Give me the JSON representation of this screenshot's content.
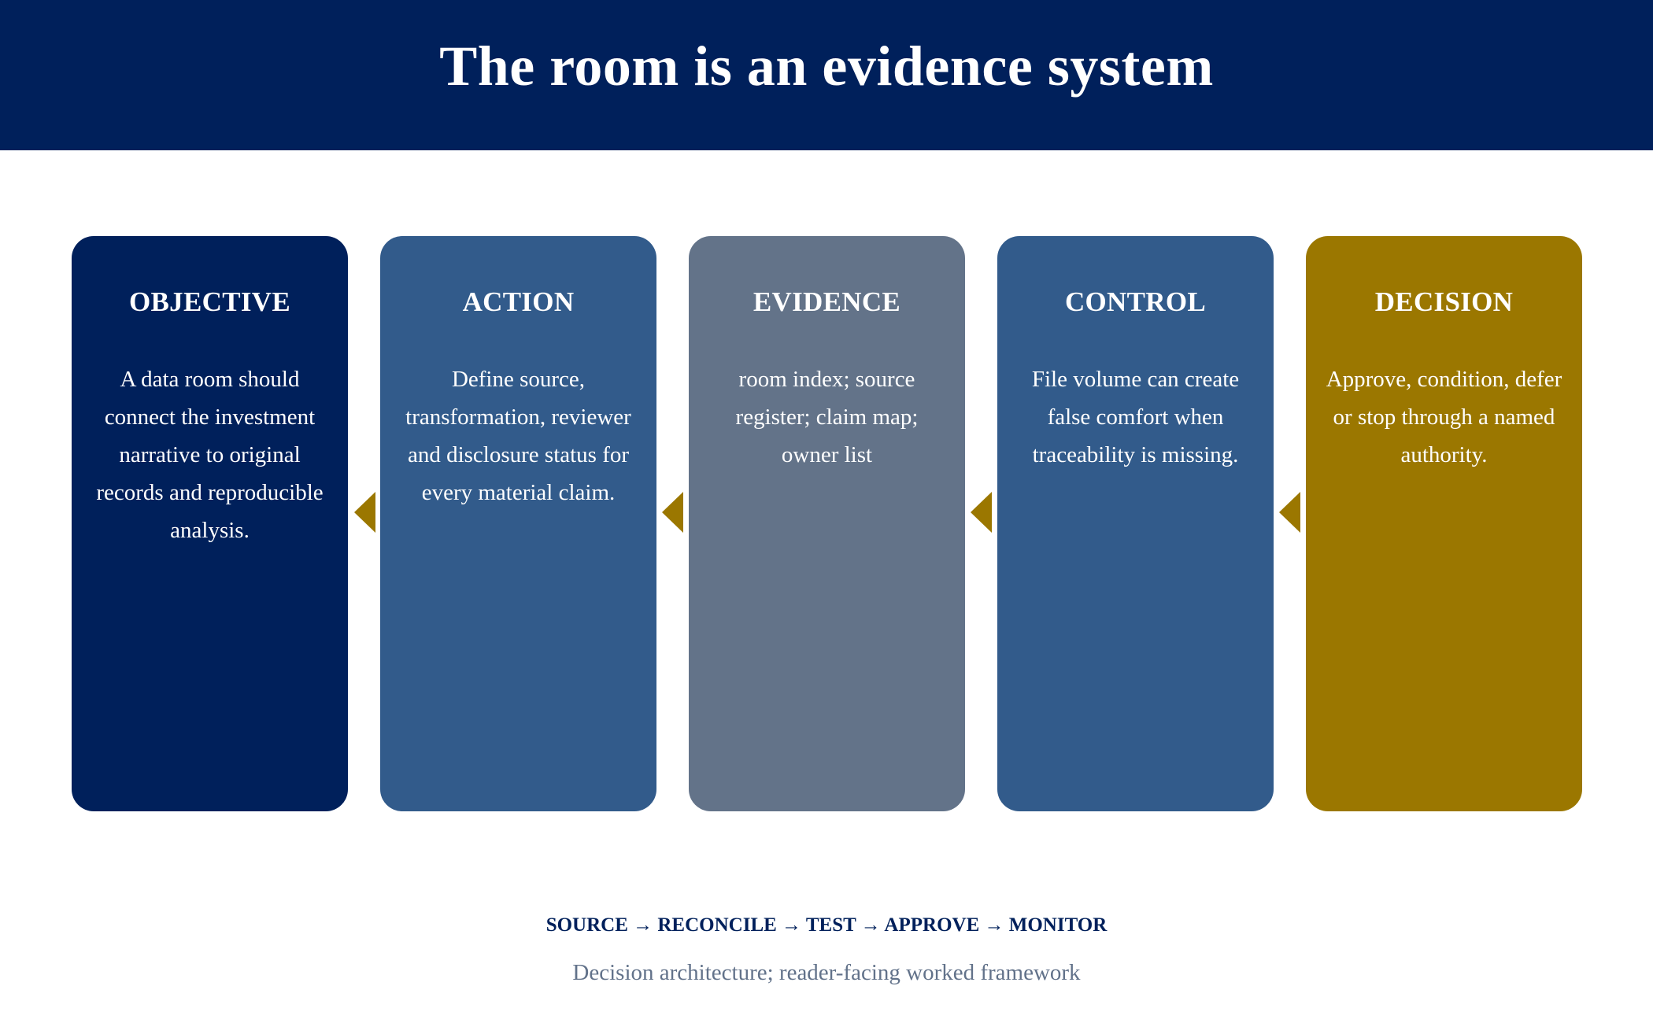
{
  "title": "The room is an evidence system",
  "cards": [
    {
      "title": "OBJECTIVE",
      "body": "A data room should connect the investment narrative to original records and reproducible analysis.",
      "color": "#00205b"
    },
    {
      "title": "ACTION",
      "body": "Define source, transformation, reviewer and disclosure status for every material claim.",
      "color": "#325b8b"
    },
    {
      "title": "EVIDENCE",
      "body": "room index; source register; claim map; owner list",
      "color": "#637389"
    },
    {
      "title": "CONTROL",
      "body": "File volume can create false comfort when traceability is missing.",
      "color": "#325b8b"
    },
    {
      "title": "DECISION",
      "body": "Approve, condition, defer or stop through a named authority.",
      "color": "#9b7700"
    }
  ],
  "arrow_color": "#9b7700",
  "flow": "SOURCE → RECONCILE → TEST → APPROVE → MONITOR",
  "caption": "Decision architecture; reader-facing worked framework"
}
